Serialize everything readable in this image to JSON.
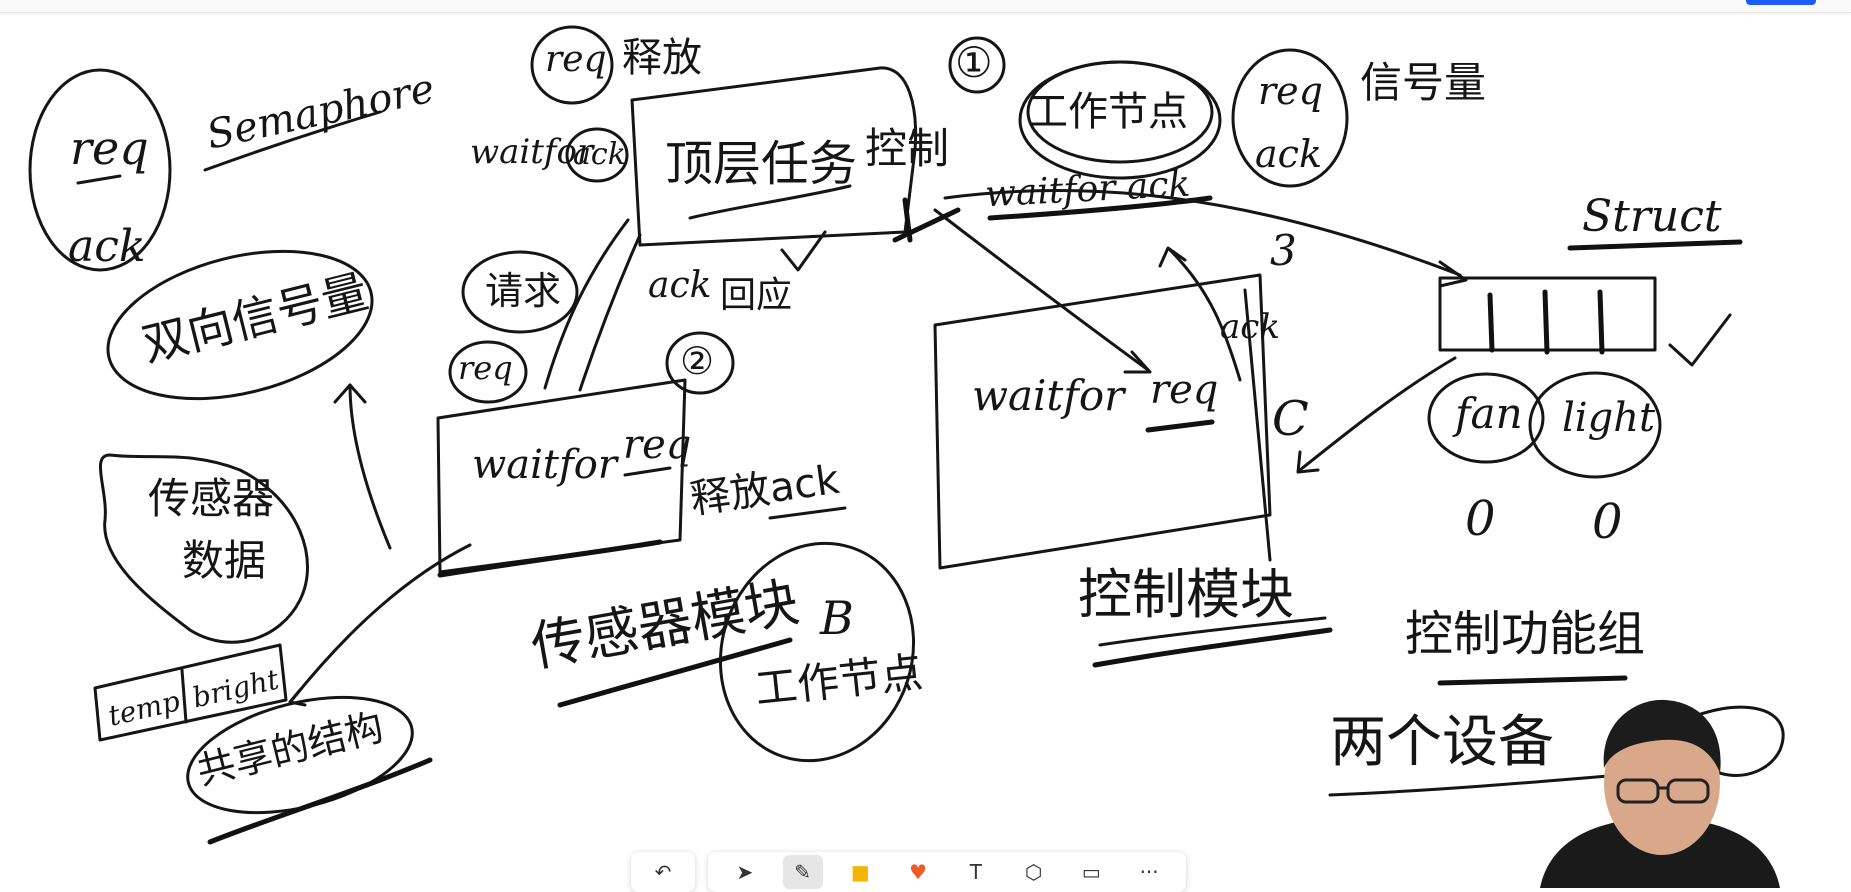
{
  "toolbar": {
    "undo_icon": "undo-icon",
    "tools": [
      {
        "name": "select-tool",
        "icon": "cursor-icon",
        "glyph": "➤",
        "active": false
      },
      {
        "name": "pen-tool",
        "icon": "pen-icon",
        "glyph": "✎",
        "active": true
      },
      {
        "name": "sticky-note-tool",
        "icon": "sticky-note-icon",
        "glyph": "■",
        "active": false
      },
      {
        "name": "heart-stamp-tool",
        "icon": "heart-icon",
        "glyph": "♥",
        "active": false
      },
      {
        "name": "text-tool",
        "icon": "text-icon",
        "glyph": "T",
        "active": false
      },
      {
        "name": "shapes-tool",
        "icon": "shapes-icon",
        "glyph": "⬡",
        "active": false
      },
      {
        "name": "frame-tool",
        "icon": "frame-icon",
        "glyph": "▭",
        "active": false
      },
      {
        "name": "more-tool",
        "icon": "more-icon",
        "glyph": "···",
        "active": false
      }
    ],
    "colors": {
      "sticky": "#f5b400",
      "heart": "#f05a28",
      "active_bg": "#e6e6e6"
    }
  },
  "board": {
    "ink_color": "#151515",
    "notes": {
      "req_top_left": "req",
      "ack_top_left": "ack",
      "semaphore": "Semaphore",
      "bidirectional": "双向信号量",
      "req_release": "req",
      "release": "释放",
      "circle_one": "①",
      "waitfor_ack": "waitfor",
      "ack_small": "ack",
      "top_task": "顶层任务",
      "control": "控制",
      "work_node": "工作节点",
      "req_right": "req",
      "ack_right": "ack",
      "signal": "信号量",
      "waitfor_ack2": "waitfor ack",
      "struct": "Struct",
      "three": "3",
      "ack_return": "ack",
      "return_label": "回应",
      "request": "请求",
      "req_small": "req",
      "circle_two": "②",
      "waitfor_req": "waitfor",
      "req_label": "req",
      "waitfor_req2": "waitfor",
      "req_label2": "req",
      "ack_mid": "ack",
      "c_label": "C",
      "release_ack": "释放ack",
      "temp": "temp",
      "bright": "bright",
      "sensor": "传感器",
      "data": "数据",
      "fan": "fan",
      "light": "light",
      "zero_a": "0",
      "zero_b": "0",
      "sensor_module": "传感器模块",
      "b_label": "B",
      "worker": "工作节点",
      "control_module": "控制模块",
      "control_group": "控制功能组",
      "shared": "共享的结构",
      "two_devices": "两个设备"
    }
  },
  "webcam": {
    "label": "presenter-video"
  }
}
